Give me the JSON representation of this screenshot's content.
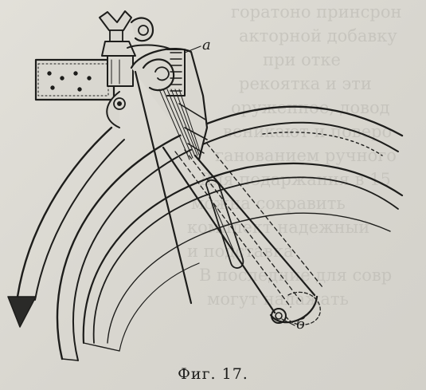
{
  "figure": {
    "caption": "Фиг. 17.",
    "label_a": "а",
    "label_b": "б"
  },
  "bleed_through": [
    "горатоно принсрон",
    "акторной добавку",
    "при отке",
    "рекоятка и эти",
    "оруженное, довод",
    "веникают и поверо",
    "ганованием ручного",
    "Для подаржания в 15",
    "можна сокравить",
    "комплект надежный",
    "и подставка",
    "В последние для совр",
    "могут налажать"
  ]
}
